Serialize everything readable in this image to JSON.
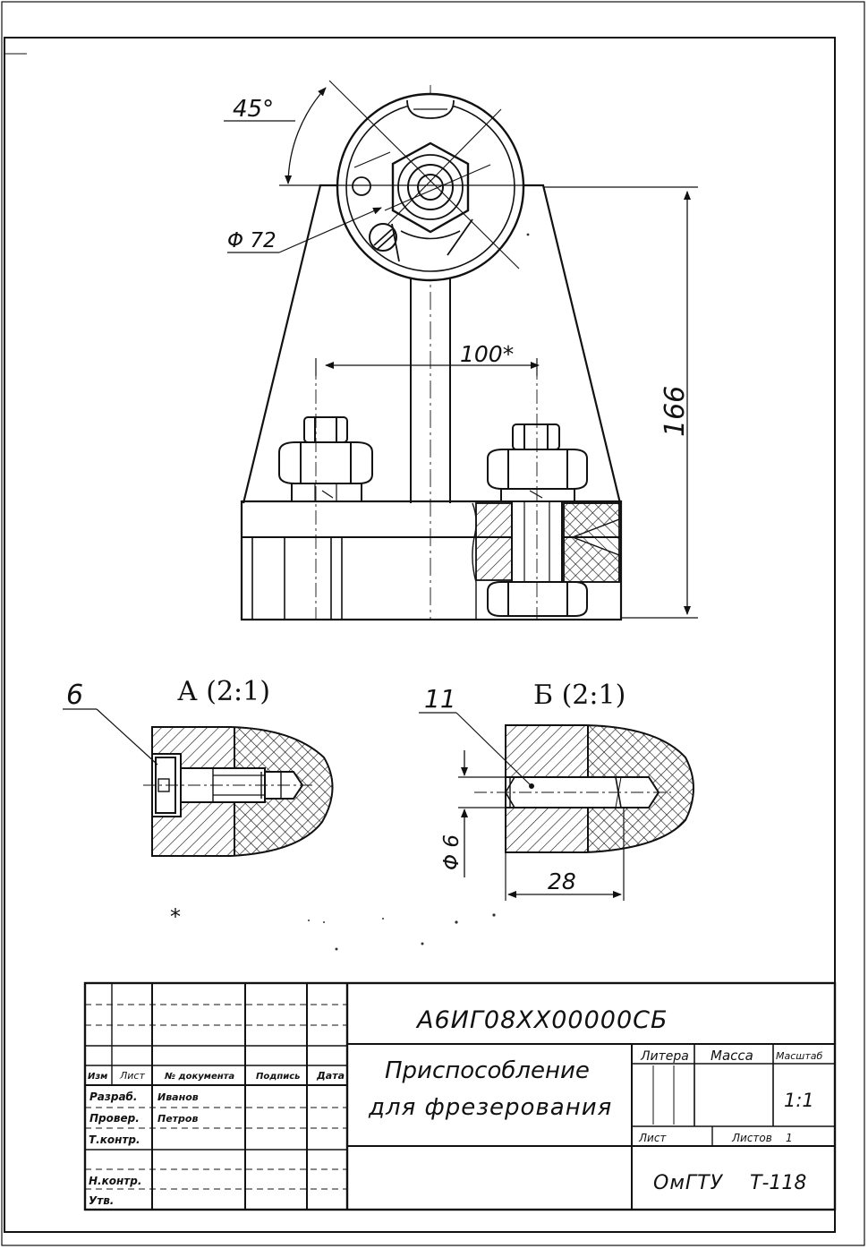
{
  "colors": {
    "ink": "#111111",
    "paper": "#ffffff"
  },
  "drawing": {
    "dimensions": {
      "angle": "45°",
      "diameter": "Φ 72",
      "spacing": "100*",
      "height": "166",
      "pin_diameter": "Φ 6",
      "pin_length": "28"
    },
    "views": {
      "a_label": "А (2:1)",
      "b_label": "Б (2:1)",
      "a_callout": "6",
      "b_callout": "11",
      "note_mark": "*"
    }
  },
  "title_block": {
    "doc_code": "А6ИГ08ХХ00000СБ",
    "title_line1": "Приспособление",
    "title_line2": "для фрезерования",
    "headers": {
      "izm": "Изм",
      "list": "Лист",
      "doc_no": "№ документа",
      "signature": "Подпись",
      "date": "Дата"
    },
    "roles": {
      "developer": "Разраб.",
      "checker": "Провер.",
      "tech_control": "Т.контр.",
      "norm_control": "Н.контр.",
      "approved": "Утв."
    },
    "names": {
      "developer": "Иванов",
      "checker": "Петров"
    },
    "cells": {
      "litera": "Литера",
      "mass": "Масса",
      "scale_label": "Масштаб",
      "scale_value": "1:1",
      "sheet": "Лист",
      "sheets": "Листов",
      "sheets_value": "1",
      "org": "ОмГТУ",
      "group": "Т-118"
    }
  }
}
